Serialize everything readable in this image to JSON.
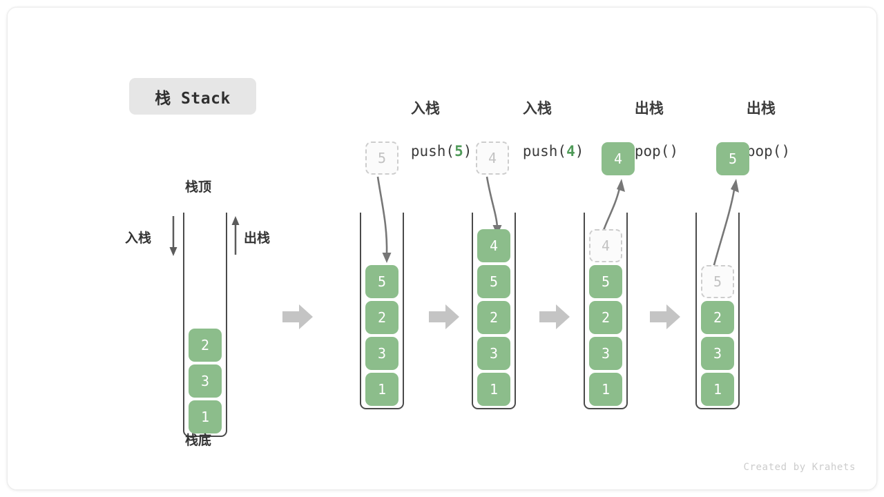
{
  "title": {
    "label": "栈 Stack"
  },
  "footer": {
    "credit": "Created by Krahets"
  },
  "colors": {
    "cell_fill": "#8cbd8b",
    "cell_text": "#ffffff",
    "ghost_fill": "#fbfbfb",
    "ghost_border": "#cdcdcd",
    "ghost_text": "#c2c2c2",
    "container_stroke": "#4a4a4a",
    "flow_arrow": "#c4c4c4",
    "curve_arrow": "#777777",
    "accent_green_text": "#4f9a58",
    "badge_bg": "#e6e6e6"
  },
  "annotations": {
    "top_label": "栈顶",
    "bottom_label": "栈底",
    "push_label": "入栈",
    "pop_label": "出栈"
  },
  "panels": [
    {
      "id": "initial",
      "header_zh": "",
      "header_code": "",
      "header_arg": "",
      "outside_cell": null,
      "cells": [
        {
          "value": "2",
          "state": "solid"
        },
        {
          "value": "3",
          "state": "solid"
        },
        {
          "value": "1",
          "state": "solid"
        }
      ]
    },
    {
      "id": "push-5",
      "header_zh": "入栈",
      "header_code_pre": "push(",
      "header_arg": "5",
      "header_code_post": ")",
      "outside_cell": {
        "value": "5",
        "state": "ghost"
      },
      "arrow_dir": "down",
      "cells": [
        {
          "value": "5",
          "state": "solid"
        },
        {
          "value": "2",
          "state": "solid"
        },
        {
          "value": "3",
          "state": "solid"
        },
        {
          "value": "1",
          "state": "solid"
        }
      ]
    },
    {
      "id": "push-4",
      "header_zh": "入栈",
      "header_code_pre": "push(",
      "header_arg": "4",
      "header_code_post": ")",
      "outside_cell": {
        "value": "4",
        "state": "ghost"
      },
      "arrow_dir": "down",
      "cells": [
        {
          "value": "4",
          "state": "solid"
        },
        {
          "value": "5",
          "state": "solid"
        },
        {
          "value": "2",
          "state": "solid"
        },
        {
          "value": "3",
          "state": "solid"
        },
        {
          "value": "1",
          "state": "solid"
        }
      ]
    },
    {
      "id": "pop-1",
      "header_zh": "出栈",
      "header_code_pre": "pop(",
      "header_arg": "",
      "header_code_post": ")",
      "outside_cell": {
        "value": "4",
        "state": "solid"
      },
      "arrow_dir": "up",
      "cells": [
        {
          "value": "4",
          "state": "ghost"
        },
        {
          "value": "5",
          "state": "solid"
        },
        {
          "value": "2",
          "state": "solid"
        },
        {
          "value": "3",
          "state": "solid"
        },
        {
          "value": "1",
          "state": "solid"
        }
      ]
    },
    {
      "id": "pop-2",
      "header_zh": "出栈",
      "header_code_pre": "pop(",
      "header_arg": "",
      "header_code_post": ")",
      "outside_cell": {
        "value": "5",
        "state": "solid"
      },
      "arrow_dir": "up",
      "cells": [
        {
          "value": "5",
          "state": "ghost"
        },
        {
          "value": "2",
          "state": "solid"
        },
        {
          "value": "3",
          "state": "solid"
        },
        {
          "value": "1",
          "state": "solid"
        }
      ]
    }
  ]
}
